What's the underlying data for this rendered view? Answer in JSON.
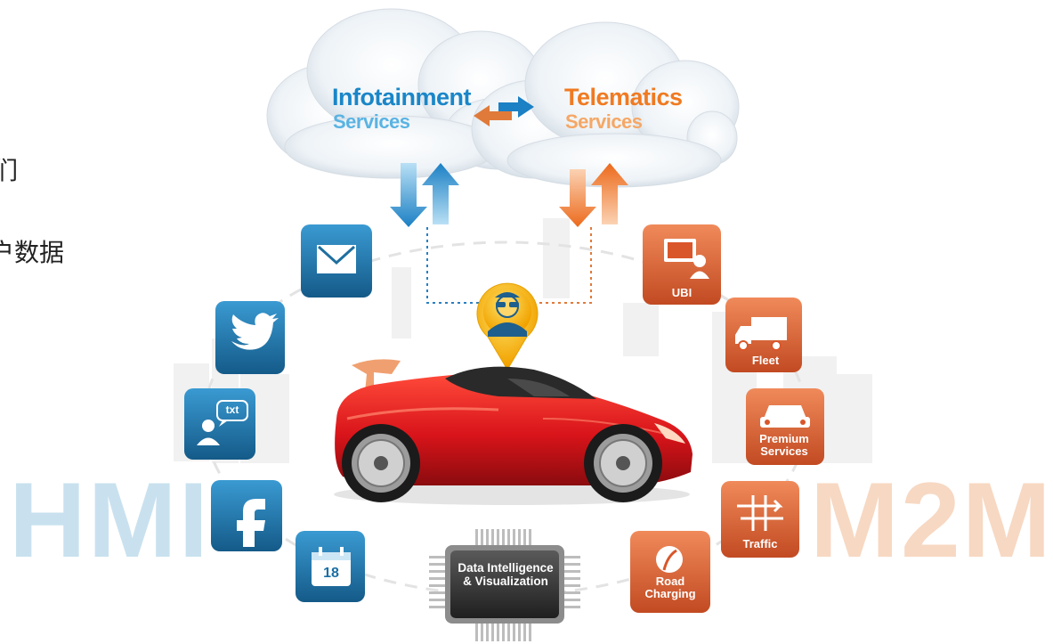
{
  "side_text": [
    "们",
    "户数据"
  ],
  "background_words": {
    "left": "HMI",
    "right": "M2M"
  },
  "clouds": {
    "infotainment": {
      "title": "Infotainment",
      "subtitle": "Services"
    },
    "telematics": {
      "title": "Telematics",
      "subtitle": "Services"
    }
  },
  "hmi_tiles": [
    {
      "icon": "envelope-icon"
    },
    {
      "icon": "twitter-icon"
    },
    {
      "icon": "txt-message-icon",
      "text": "txt"
    },
    {
      "icon": "facebook-icon"
    },
    {
      "icon": "calendar-icon",
      "text": "18"
    }
  ],
  "m2m_tiles": [
    {
      "icon": "ubi-icon",
      "label": "UBI"
    },
    {
      "icon": "truck-icon",
      "label": "Fleet"
    },
    {
      "icon": "car-front-icon",
      "label": "Premium Services"
    },
    {
      "icon": "traffic-icon",
      "label": "Traffic"
    },
    {
      "icon": "road-charging-icon",
      "label": "Road Charging"
    }
  ],
  "chip": {
    "label": "Data Intelligence & Visualization"
  },
  "colors": {
    "hmi_blue": "#1f6f9f",
    "m2m_orange": "#d9562a",
    "car_red": "#d8141a",
    "avatar_yellow": "#f5b400"
  }
}
